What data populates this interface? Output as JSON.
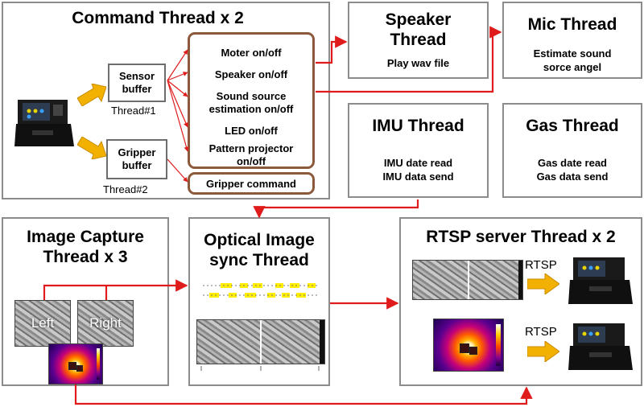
{
  "command": {
    "title": "Command Thread x 2",
    "sensor_buffer": "Sensor buffer",
    "thread1": "Thread#1",
    "gripper_buffer": "Gripper buffer",
    "thread2": "Thread#2",
    "items": [
      "Moter on/off",
      "Speaker on/off",
      "Sound source estimation on/off",
      "LED on/off",
      "Pattern projector on/off"
    ],
    "gripper_command": "Gripper command"
  },
  "speaker": {
    "title": "Speaker Thread",
    "sub": "Play wav file"
  },
  "mic": {
    "title": "Mic Thread",
    "sub": "Estimate sound sorce angel"
  },
  "imu": {
    "title": "IMU Thread",
    "sub": "IMU date read IMU data send"
  },
  "gas": {
    "title": "Gas Thread",
    "sub": "Gas date read Gas data send"
  },
  "capture": {
    "title": "Image Capture Thread x 3",
    "left": "Left",
    "right": "Right"
  },
  "optical": {
    "title": "Optical Image sync Thread"
  },
  "rtsp": {
    "title": "RTSP server Thread x 2",
    "label1": "RTSP",
    "label2": "RTSP"
  },
  "colors": {
    "arrow": "#e01b1b",
    "accent_arrow": "#f2b100",
    "command_border": "#8b5a3c",
    "box_border": "#8c8c8c"
  }
}
